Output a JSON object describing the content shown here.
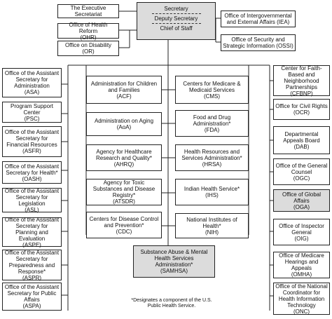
{
  "secretary": {
    "title": "Secretary",
    "deputy": "Deputy Secretary",
    "chief": "Chief of Staff"
  },
  "top_left": [
    {
      "name": "The Executive Secretariat",
      "abbr": ""
    },
    {
      "name": "Office of Health Reform",
      "abbr": "(OHR)"
    },
    {
      "name": "Office on Disability",
      "abbr": "(OR)"
    }
  ],
  "top_right": [
    {
      "name": "Office of Intergovernmental and External Affairs (IEA)",
      "abbr": ""
    },
    {
      "name": "Office of Security and Strategic Information (OSSI)",
      "abbr": ""
    }
  ],
  "left_column": [
    {
      "name": "Office of the Assistant Secretary for Administration",
      "abbr": "(ASA)"
    },
    {
      "name": "Program Support Center",
      "abbr": "(PSC)"
    },
    {
      "name": "Office of the Assistant Secretary for Financial Resources",
      "abbr": "(ASFR)"
    },
    {
      "name": "Office of the Assistant Secretary for Health*",
      "abbr": "(OASH)"
    },
    {
      "name": "Office of the Assistant Secretary for Legislation",
      "abbr": "(ASL)"
    },
    {
      "name": "Office of the Assistant Secretary for Planning and Evaluation",
      "abbr": "(ASPE)"
    },
    {
      "name": "Office of the Assistant Secretary for Preparedness and Response*",
      "abbr": "(ASPR)"
    },
    {
      "name": "Office of the Assistant Secretary for Public Affairs",
      "abbr": "(ASPA)"
    }
  ],
  "center_left": [
    {
      "name": "Administration for Children and Families",
      "abbr": "(ACF)"
    },
    {
      "name": "Administration on Aging",
      "abbr": "(AoA)"
    },
    {
      "name": "Agency for Healthcare Research and Quality*",
      "abbr": "(AHRQ)"
    },
    {
      "name": "Agency for Toxic Substances and Disease Registry*",
      "abbr": "(ATSDR)"
    },
    {
      "name": "Centers for Disease Control and Prevention*",
      "abbr": "(CDC)"
    }
  ],
  "center_right": [
    {
      "name": "Centers for Medicare & Medicaid Services",
      "abbr": "(CMS)"
    },
    {
      "name": "Food and Drug Administration*",
      "abbr": "(FDA)"
    },
    {
      "name": "Health Resources and Services Administration*",
      "abbr": "(HRSA)"
    },
    {
      "name": "Indian Health Service*",
      "abbr": "(IHS)"
    },
    {
      "name": "National Institutes of Health*",
      "abbr": "(NIH)"
    }
  ],
  "center_bottom": {
    "name": "Substance Abuse & Mental Health Services Administration*",
    "abbr": "(SAMHSA)"
  },
  "right_column": [
    {
      "name": "Center for Faith-Based and Neighborhood Partnerships",
      "abbr": "(CFBNP)"
    },
    {
      "name": "Office for Civil Rights",
      "abbr": "(OCR)"
    },
    {
      "name": "Departmental Appeals Board",
      "abbr": "(DAB)"
    },
    {
      "name": "Office of the General Counsel",
      "abbr": "(OGC)"
    },
    {
      "name": "Office of Global Affairs",
      "abbr": "(OGA)"
    },
    {
      "name": "Office of Inspector General",
      "abbr": "(OIG)"
    },
    {
      "name": "Office of Medicare Hearings and Appeals",
      "abbr": "(OMHA)"
    },
    {
      "name": "Office of the National Coordinator for Health Information Technology",
      "abbr": "(ONC)"
    }
  ],
  "note": "*Designates a component of the U.S. Public Health Service."
}
